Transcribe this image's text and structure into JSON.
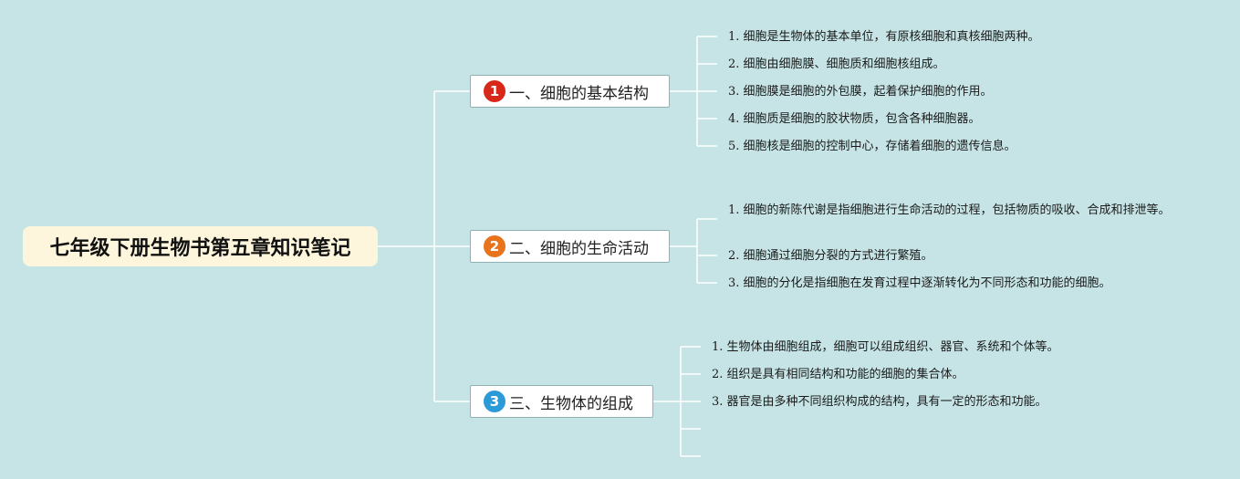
{
  "root": {
    "title": "七年级下册生物书第五章知识笔记"
  },
  "colors": {
    "background": "#c6e4e5",
    "line": "#ffffff",
    "root_fill": "#fdf5dc"
  },
  "branches": [
    {
      "number": "1",
      "badge_color": "#d7281a",
      "title": "一、细胞的基本结构",
      "items": [
        "1. 细胞是生物体的基本单位，有原核细胞和真核细胞两种。",
        "2. 细胞由细胞膜、细胞质和细胞核组成。",
        "3. 细胞膜是细胞的外包膜，起着保护细胞的作用。",
        "4. 细胞质是细胞的胶状物质，包含各种细胞器。",
        "5. 细胞核是细胞的控制中心，存储着细胞的遗传信息。"
      ]
    },
    {
      "number": "2",
      "badge_color": "#e8731c",
      "title": "二、细胞的生命活动",
      "items": [
        "1. 细胞的新陈代谢是指细胞进行生命活动的过程，包括物质的吸收、合成和排泄等。",
        "2. 细胞通过细胞分裂的方式进行繁殖。",
        "3. 细胞的分化是指细胞在发育过程中逐渐转化为不同形态和功能的细胞。"
      ]
    },
    {
      "number": "3",
      "badge_color": "#2b9ad6",
      "title": "三、生物体的组成",
      "items": [
        "1. 生物体由细胞组成，细胞可以组成组织、器官、系统和个体等。",
        "2. 组织是具有相同结构和功能的细胞的集合体。",
        "3. 器官是由多种不同组织构成的结构，具有一定的形态和功能。",
        "",
        ""
      ]
    }
  ]
}
